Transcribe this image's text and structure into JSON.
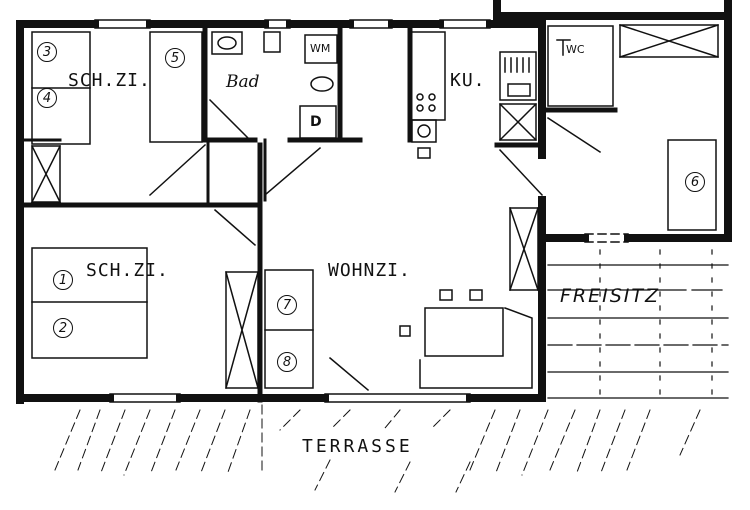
{
  "rooms": {
    "bedroom_1": "SCH.ZI.",
    "bedroom_2": "SCH.ZI.",
    "bath": "Bad",
    "kitchen": "KU.",
    "living": "WOHNZI.",
    "wc": "WC",
    "freisitz": "FREISITZ",
    "terrasse": "TERRASSE"
  },
  "fixtures": {
    "washing_machine": "WM",
    "dryer": "D"
  },
  "beds": [
    "3",
    "4",
    "5",
    "1",
    "2",
    "7",
    "8",
    "6"
  ]
}
